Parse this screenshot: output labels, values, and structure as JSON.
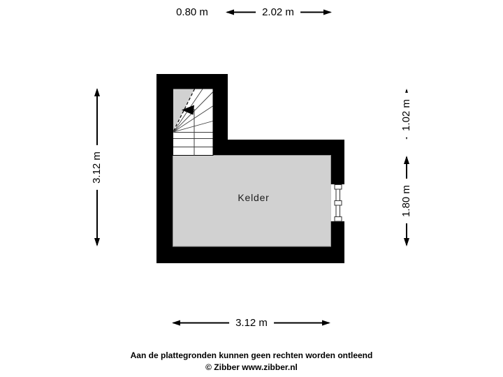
{
  "plan": {
    "room": {
      "name": "Kelder"
    }
  },
  "dimensions": {
    "top": [
      {
        "label": "0.80 m"
      },
      {
        "label": "2.02 m"
      }
    ],
    "left": [
      {
        "label": "3.12 m"
      }
    ],
    "right": [
      {
        "label": "1.02 m"
      },
      {
        "label": "1.80 m"
      }
    ],
    "bottom": [
      {
        "label": "3.12 m"
      }
    ]
  },
  "footer": {
    "disclaimer": "Aan de plattegronden kunnen geen rechten worden ontleend",
    "copyright": "© Zibber www.zibber.nl"
  },
  "colors": {
    "wall": "#000000",
    "room_fill": "#d1d1d1",
    "stair_fill": "#ffffff",
    "background": "#ffffff",
    "label_background": "#ffffff",
    "text": "#000000"
  }
}
